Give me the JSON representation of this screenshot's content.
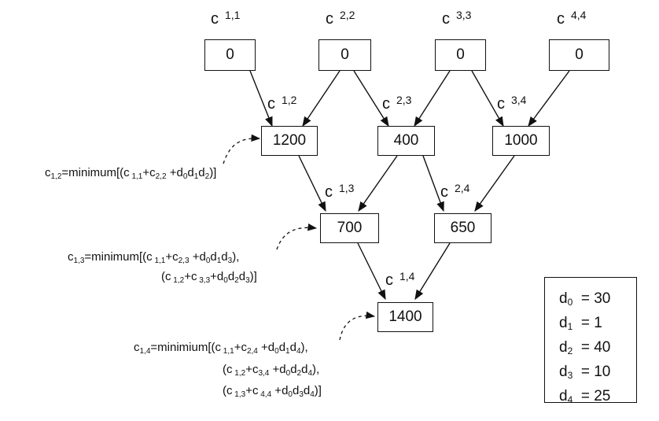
{
  "nodes": {
    "c11": {
      "label": "c",
      "idx": "1,1",
      "value": "0"
    },
    "c22": {
      "label": "c",
      "idx": "2,2",
      "value": "0"
    },
    "c33": {
      "label": "c",
      "idx": "3,3",
      "value": "0"
    },
    "c44": {
      "label": "c",
      "idx": "4,4",
      "value": "0"
    },
    "c12": {
      "label": "c",
      "idx": "1,2",
      "value": "1200"
    },
    "c23": {
      "label": "c",
      "idx": "2,3",
      "value": "400"
    },
    "c34": {
      "label": "c",
      "idx": "3,4",
      "value": "1000"
    },
    "c13": {
      "label": "c",
      "idx": "1,3",
      "value": "700"
    },
    "c24": {
      "label": "c",
      "idx": "2,4",
      "value": "650"
    },
    "c14": {
      "label": "c",
      "idx": "1,4",
      "value": "1400"
    }
  },
  "formulas": {
    "f12": {
      "lines": [
        "c<sub>1,2</sub>=minimum[(c<sub> 1,1</sub>+c<sub>2,2</sub> +d<sub>0</sub>d<sub>1</sub>d<sub>2</sub>)]"
      ]
    },
    "f13": {
      "lines": [
        "c<sub>1,3</sub>=minimum[(c<sub> 1,1</sub>+c<sub>2,3</sub> +d<sub>0</sub>d<sub>1</sub>d<sub>3</sub>),",
        "(c<sub> 1,2</sub>+c<sub> 3,3</sub>+d<sub>0</sub>d<sub>2</sub>d<sub>3</sub>)]"
      ]
    },
    "f14": {
      "lines": [
        "c<sub>1,4</sub>=minimium[(c<sub> 1,1</sub>+c<sub>2,4</sub> +d<sub>0</sub>d<sub>1</sub>d<sub>4</sub>),",
        "(c<sub> 1,2</sub>+c<sub>3,4</sub> +d<sub>0</sub>d<sub>2</sub>d<sub>4</sub>),",
        "(c<sub> 1,3</sub>+c<sub> 4,4</sub> +d<sub>0</sub>d<sub>3</sub>d<sub>4</sub>)]"
      ]
    }
  },
  "legend": [
    {
      "name": "d",
      "sub": "0",
      "value": "= 30"
    },
    {
      "name": "d",
      "sub": "1",
      "value": "= 1"
    },
    {
      "name": "d",
      "sub": "2",
      "value": "= 40"
    },
    {
      "name": "d",
      "sub": "3",
      "value": "= 10"
    },
    {
      "name": "d",
      "sub": "4",
      "value": "= 25"
    }
  ]
}
